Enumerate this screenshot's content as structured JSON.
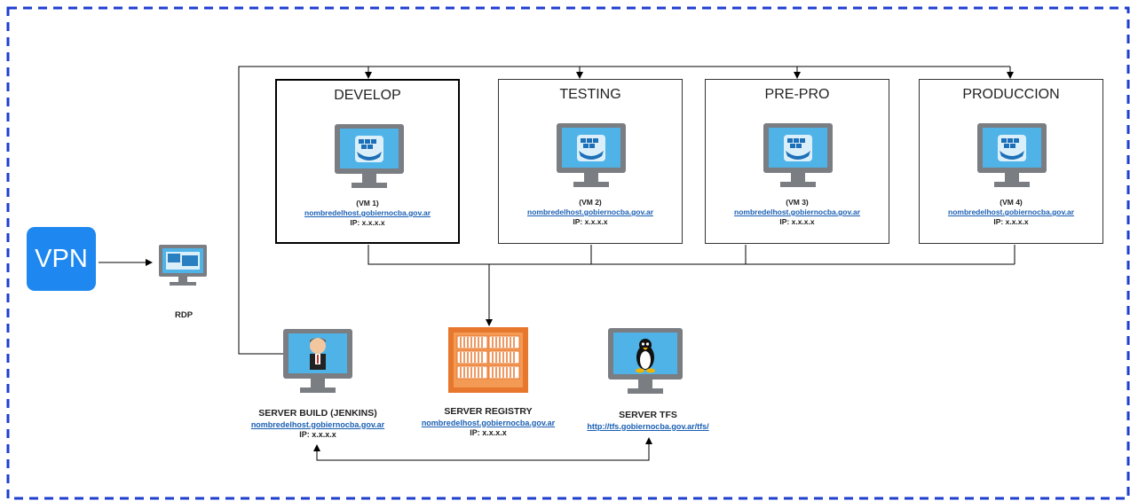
{
  "vpn": {
    "label": "VPN"
  },
  "rdp": {
    "label": "RDP"
  },
  "environments": [
    {
      "title": "DEVELOP",
      "vm": "(VM 1)",
      "host": "nombredelhost.gobiernocba.gov.ar",
      "ip": "IP: x.x.x.x",
      "selected": true
    },
    {
      "title": "TESTING",
      "vm": "(VM 2)",
      "host": "nombredelhost.gobiernocba.gov.ar",
      "ip": "IP: x.x.x.x",
      "selected": false
    },
    {
      "title": "PRE-PRO",
      "vm": "(VM 3)",
      "host": "nombredelhost.gobiernocba.gov.ar",
      "ip": "IP: x.x.x.x",
      "selected": false
    },
    {
      "title": "PRODUCCION",
      "vm": "(VM 4)",
      "host": "nombredelhost.gobiernocba.gov.ar",
      "ip": "IP: x.x.x.x",
      "selected": false
    }
  ],
  "servers": {
    "build": {
      "title": "SERVER BUILD (JENKINS)",
      "host": "nombredelhost.gobiernocba.gov.ar",
      "ip": "IP: x.x.x.x"
    },
    "registry": {
      "title": "SERVER REGISTRY",
      "host": "nombredelhost.gobiernocba.gov.ar",
      "ip": "IP: x.x.x.x"
    },
    "tfs": {
      "title": "SERVER TFS",
      "url": "http://tfs.gobiernocba.gov.ar/tfs/"
    }
  },
  "colors": {
    "frame": "#1f3fcf",
    "link": "#1a5fb4",
    "vpn": "#1e88f0",
    "monitor_frame": "#7a7d82",
    "screen": "#4fb3e8",
    "registry": "#e8772e"
  },
  "icons": {
    "vm": "docker-monitor-icon",
    "rdp": "remote-desktop-icon",
    "build": "jenkins-monitor-icon",
    "registry": "container-registry-icon",
    "tfs": "linux-monitor-icon"
  }
}
